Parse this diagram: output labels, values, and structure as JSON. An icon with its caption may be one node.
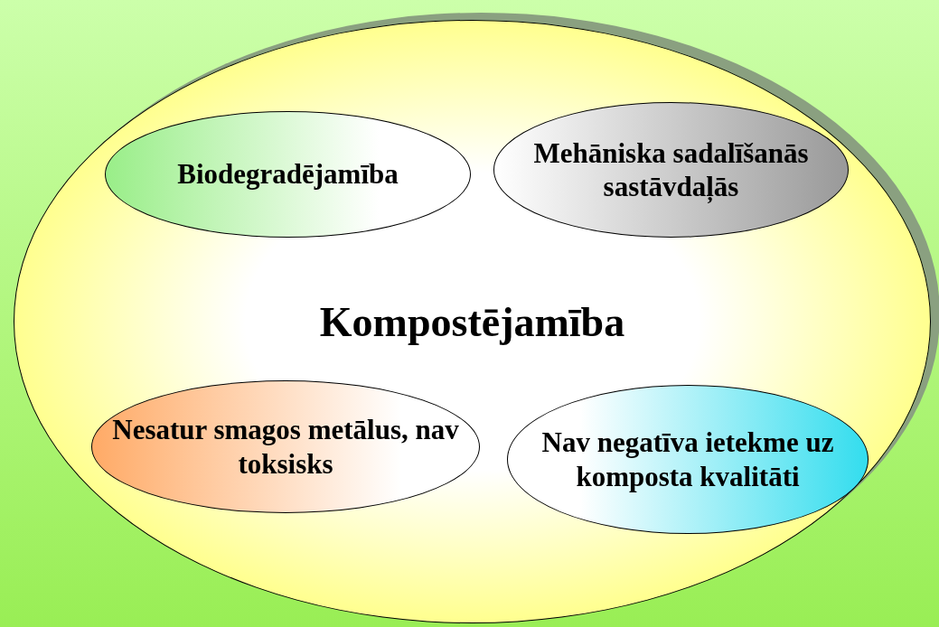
{
  "diagram": {
    "nodes": [
      {
        "text": [
          "Kompostējamība"
        ]
      },
      {
        "text": [
          "Biodegradējamība"
        ],
        "in": 0
      },
      {
        "text": [
          "Mehāniska sadalīšanās sastāvdaļās"
        ],
        "in": 0
      },
      {
        "text": [
          "Nesatur smagos metālus, nav toksisks"
        ],
        "in": 0
      },
      {
        "text": [
          "Nav negatīva ietekme uz komposta kvalitāti"
        ],
        "in": 0
      }
    ]
  }
}
